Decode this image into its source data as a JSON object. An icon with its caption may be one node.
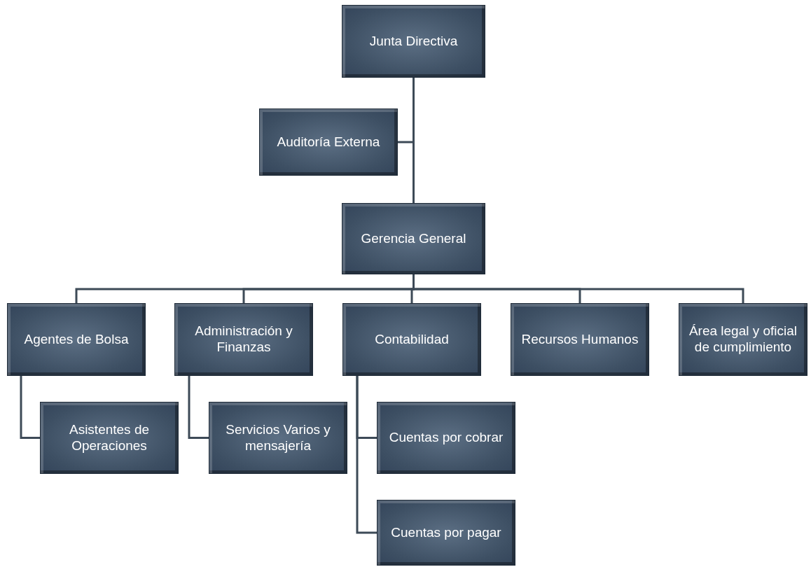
{
  "diagram": {
    "nodes": [
      {
        "text": [
          "Junta Directiva"
        ]
      },
      {
        "text": [
          "Auditoría Externa"
        ]
      },
      {
        "text": [
          "Gerencia General"
        ]
      },
      {
        "text": [
          "Agentes de Bolsa"
        ]
      },
      {
        "text": [
          "Administración y Finanzas"
        ]
      },
      {
        "text": [
          "Contabilidad"
        ]
      },
      {
        "text": [
          "Recursos Humanos"
        ]
      },
      {
        "text": [
          "Área legal y oficial de cumplimiento"
        ]
      },
      {
        "text": [
          "Asistentes de Operaciones"
        ]
      },
      {
        "text": [
          "Servicios Varios y mensajería"
        ]
      },
      {
        "text": [
          "Cuentas por cobrar"
        ]
      },
      {
        "text": [
          "Cuentas por pagar"
        ]
      }
    ],
    "edges": [
      {
        "from": 0,
        "to": 1,
        "arrow": "none"
      },
      {
        "from": 0,
        "to": 2,
        "arrow": "none"
      },
      {
        "from": 2,
        "to": 3,
        "arrow": "none"
      },
      {
        "from": 2,
        "to": 4,
        "arrow": "none"
      },
      {
        "from": 2,
        "to": 5,
        "arrow": "none"
      },
      {
        "from": 2,
        "to": 6,
        "arrow": "none"
      },
      {
        "from": 2,
        "to": 7,
        "arrow": "none"
      },
      {
        "from": 3,
        "to": 8,
        "arrow": "none"
      },
      {
        "from": 4,
        "to": 9,
        "arrow": "none"
      },
      {
        "from": 5,
        "to": 10,
        "arrow": "none"
      },
      {
        "from": 5,
        "to": 11,
        "arrow": "none"
      }
    ]
  }
}
